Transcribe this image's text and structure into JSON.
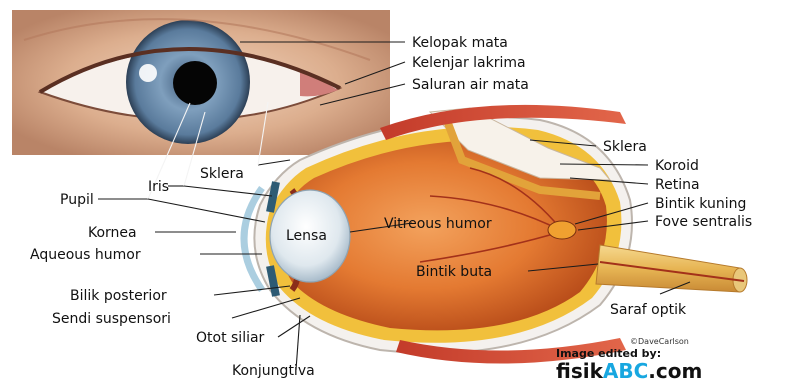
{
  "labels": {
    "kelopak_mata": "Kelopak mata",
    "kelenjar_lakrima": "Kelenjar lakrima",
    "saluran_air_mata": "Saluran air mata",
    "sklera_top": "Sklera",
    "pupil": "Pupil",
    "iris": "Iris",
    "kornea": "Kornea",
    "aqueous_humor": "Aqueous humor",
    "lensa": "Lensa",
    "vitreous_humor": "Vitreous humor",
    "sklera_right": "Sklera",
    "koroid": "Koroid",
    "retina": "Retina",
    "bintik_kuning": "Bintik kuning",
    "fove_sentralis": "Fove sentralis",
    "bintik_buta": "Bintik buta",
    "saraf_optik": "Saraf optik",
    "bilik_posterior": "Bilik posterior",
    "sendi_suspensori": "Sendi suspensori",
    "otot_siliar": "Otot siliar",
    "konjungtiva": "Konjungtiva"
  },
  "credit": "©DaveCarlson",
  "edited_by": "Image edited by:",
  "brand": {
    "part1": "fisik",
    "part2": "ABC",
    "part3": ".com",
    "color_dark": "#111111",
    "color_accent": "#18a7e0"
  },
  "colors": {
    "sclera_orange": "#e6742d",
    "retina_yellow": "#f1c03c",
    "iris_blue": "#6f8fae",
    "skin": "#d9a584"
  }
}
